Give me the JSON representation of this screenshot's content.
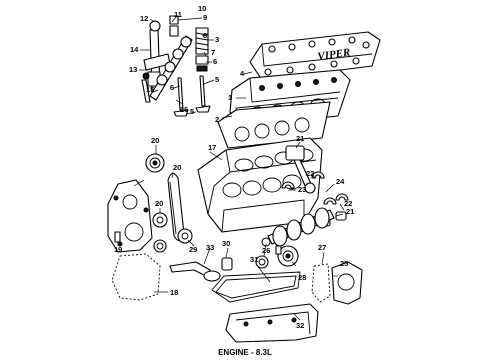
{
  "caption": "ENGINE - 8.3L",
  "valve_cover_text": "VIPER",
  "callouts": {
    "n1": "1",
    "n2": "2",
    "n3": "3",
    "n4": "4",
    "n5": "5",
    "n5b": "5",
    "n6": "6",
    "n6b": "6",
    "n7": "7",
    "n8": "8",
    "n9": "9",
    "n10": "10",
    "n11": "11",
    "n12": "12",
    "n13": "13",
    "n14": "14",
    "n15": "15",
    "n16": "16",
    "n17": "17",
    "n18": "18",
    "n19": "19",
    "n20a": "20",
    "n20b": "20",
    "n20c": "20",
    "n21a": "21",
    "n21b": "21",
    "n22a": "22",
    "n22b": "22",
    "n23": "23",
    "n24": "24",
    "n25": "25",
    "n26": "26",
    "n27": "27",
    "n28": "28",
    "n29": "29",
    "n30": "30",
    "n31": "31",
    "n32": "32",
    "n33": "33"
  }
}
